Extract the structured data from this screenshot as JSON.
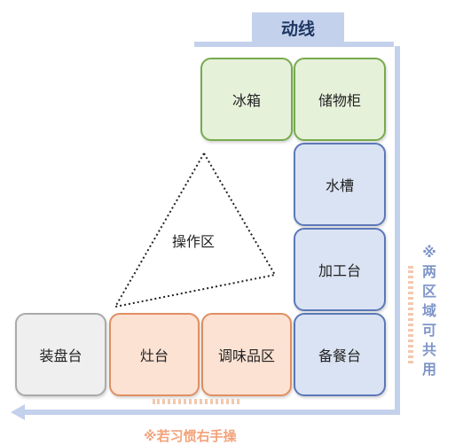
{
  "title": "动线",
  "work_zone_label": "操作区",
  "boxes": {
    "fridge": "冰箱",
    "storage_cabinet": "储物柜",
    "sink": "水槽",
    "prep_counter": "加工台",
    "serving_counter": "备餐台",
    "seasoning_area": "调味品区",
    "stove_counter": "灶台",
    "plating_counter": "装盘台"
  },
  "notes": {
    "shared_chars": [
      "※",
      "两",
      "区",
      "域",
      "可",
      "共",
      "用"
    ],
    "habit": "※若习惯右手操"
  },
  "colors": {
    "flow_bar": "#c4d1ec",
    "green_border": "#77ab4e",
    "blue_border": "#5b78b8",
    "orange_border": "#e08f62",
    "gray_border": "#aaaaaa",
    "note_blue": "#7f96c8",
    "note_orange": "#f4a37a"
  }
}
